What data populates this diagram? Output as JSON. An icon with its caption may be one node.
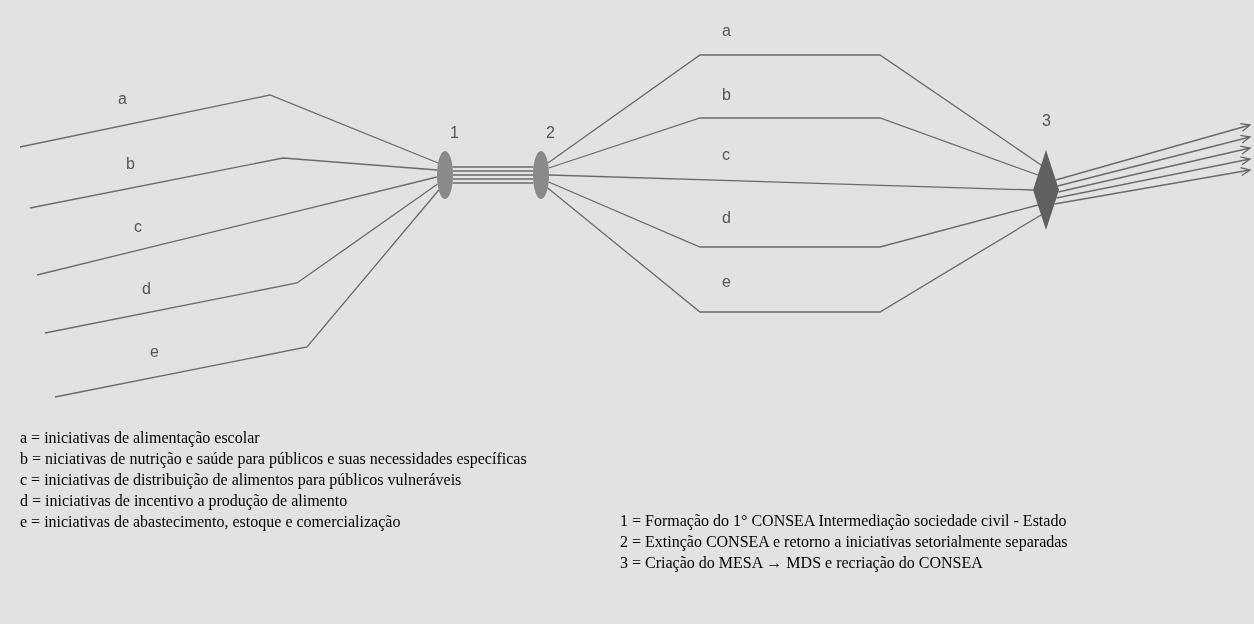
{
  "diagram": {
    "nodes": [
      {
        "text": [],
        "shape": "ellipse",
        "beside": [
          "1"
        ]
      },
      {
        "text": [],
        "shape": "ellipse",
        "beside": [
          "2"
        ]
      },
      {
        "text": [],
        "shape": "diamond",
        "beside": [
          "3"
        ]
      }
    ],
    "edges": [
      {
        "from": null,
        "to": 0,
        "arrow": "none",
        "label": "a"
      },
      {
        "from": null,
        "to": 0,
        "arrow": "none",
        "label": "b"
      },
      {
        "from": null,
        "to": 0,
        "arrow": "none",
        "label": "c"
      },
      {
        "from": null,
        "to": 0,
        "arrow": "none",
        "label": "d"
      },
      {
        "from": null,
        "to": 0,
        "arrow": "none",
        "label": "e"
      },
      {
        "from": 0,
        "to": 1,
        "arrow": "none"
      },
      {
        "from": 0,
        "to": 1,
        "arrow": "none"
      },
      {
        "from": 0,
        "to": 1,
        "arrow": "none"
      },
      {
        "from": 0,
        "to": 1,
        "arrow": "none"
      },
      {
        "from": 0,
        "to": 1,
        "arrow": "none"
      },
      {
        "from": 1,
        "to": 2,
        "arrow": "none",
        "label": "a"
      },
      {
        "from": 1,
        "to": 2,
        "arrow": "none",
        "label": "b"
      },
      {
        "from": 1,
        "to": 2,
        "arrow": "none",
        "label": "c"
      },
      {
        "from": 1,
        "to": 2,
        "arrow": "none",
        "label": "d"
      },
      {
        "from": 1,
        "to": 2,
        "arrow": "none",
        "label": "e"
      },
      {
        "from": 2,
        "to": null,
        "arrow": "to"
      },
      {
        "from": 2,
        "to": null,
        "arrow": "to"
      },
      {
        "from": 2,
        "to": null,
        "arrow": "to"
      },
      {
        "from": 2,
        "to": null,
        "arrow": "to"
      },
      {
        "from": 2,
        "to": null,
        "arrow": "to"
      }
    ],
    "labels": [
      "a = iniciativas de alimentação escolar",
      "b = niciativas de nutrição e saúde para públicos e suas necessidades específicas",
      "c = iniciativas de distribuição de alimentos para públicos vulneráveis",
      "d = iniciativas de incentivo a produção de alimento",
      "e = iniciativas de abastecimento, estoque e comercialização",
      "1 = Formação do 1° CONSEA Intermediação sociedade civil - Estado",
      "2 = Extinção CONSEA e retorno a iniciativas setorialmente separadas",
      "3 = Criação do MESA → MDS e recriação do CONSEA"
    ]
  }
}
